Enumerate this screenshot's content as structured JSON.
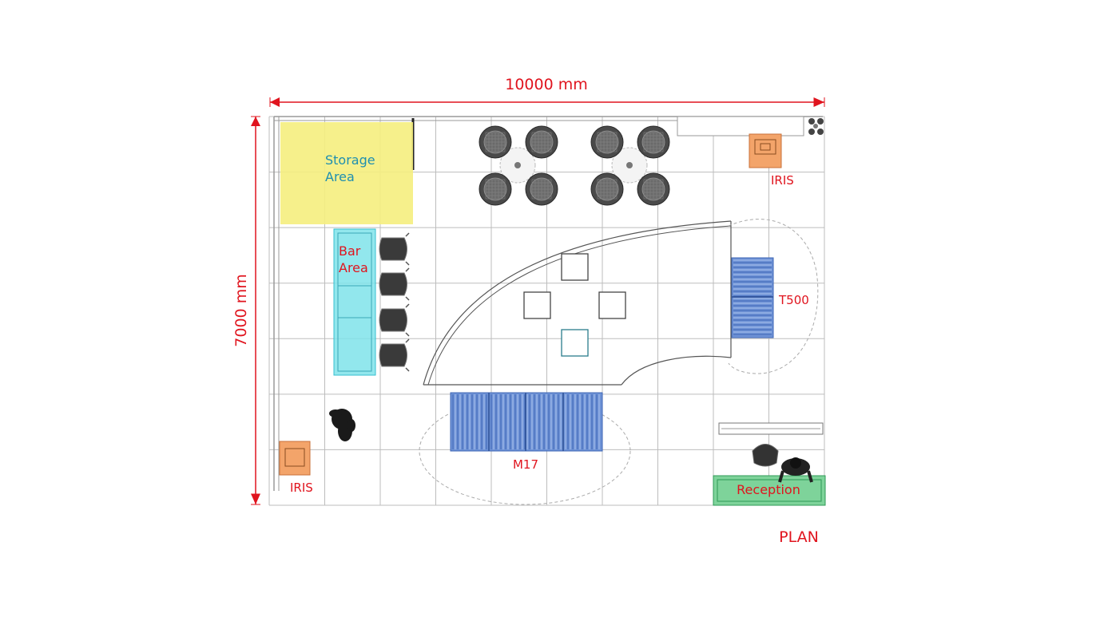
{
  "dimensions": {
    "width_label": "10000 mm",
    "height_label": "7000 mm"
  },
  "zones": {
    "storage": {
      "line1": "Storage",
      "line2": "Area"
    },
    "bar": {
      "line1": "Bar",
      "line2": "Area"
    },
    "reception": "Reception"
  },
  "items": {
    "iris_top": "IRIS",
    "iris_bottom": "IRIS",
    "t500": "T500",
    "m17": "M17"
  },
  "view_label": "PLAN",
  "colors": {
    "dimension": "#e0141e",
    "label_red": "#e0141e",
    "label_cyan": "#1f8fb0",
    "storage_fill": "#f5ee7e",
    "bar_fill": "#7fe3ea",
    "reception_fill": "#7ed39a",
    "screen_fill": "#6f93d6",
    "iris_fill": "#f3a46a",
    "grid": "#bdbdbd"
  }
}
